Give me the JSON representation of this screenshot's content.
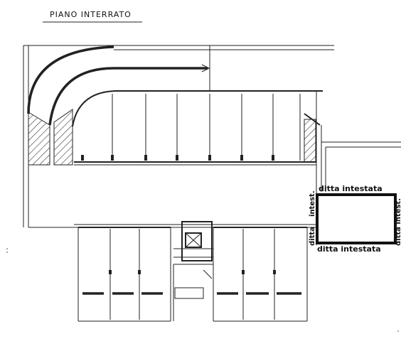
{
  "title": "PIANO   INTERRATO",
  "labels": {
    "top": "ditta  intestata",
    "bottom": "ditta  intestata",
    "left": "intest.",
    "right": "ditta  intest.",
    "left_small": "ditta"
  }
}
